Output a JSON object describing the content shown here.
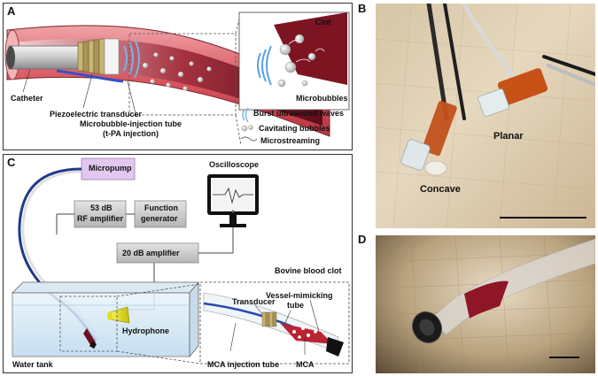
{
  "panels": {
    "a": "A",
    "b": "B",
    "c": "C",
    "d": "D"
  },
  "panel_a": {
    "catheter": "Catheter",
    "piezo": "Piezoelectric transducer",
    "tube_line1": "Microbubble-injection tube",
    "tube_line2": "(t-PA injection)",
    "clot": "Clot",
    "microbubbles": "Microbubbles",
    "legend": {
      "burst": "Burst ultrasound waves",
      "cavitating": "Cavitating bubbles",
      "microstreaming": "Microstreaming"
    }
  },
  "panel_b": {
    "planar": "Planar",
    "concave": "Concave"
  },
  "panel_c": {
    "micropump": "Micropump",
    "rf_line1": "53 dB",
    "rf_line2": "RF amplifier",
    "fg_line1": "Function",
    "fg_line2": "generator",
    "oscilloscope": "Oscilloscope",
    "amp20": "20 dB amplifier",
    "hydrophone": "Hydrophone",
    "water_tank": "Water tank",
    "bovine": "Bovine blood clot",
    "transducer": "Transducer",
    "vessel_line1": "Vessel-mimicking",
    "vessel_line2": "tube",
    "mca_tube": "MCA injection tube",
    "mca": "MCA"
  },
  "colors": {
    "vessel": "#c9474f",
    "clot": "#6e0f1c",
    "micropump": "#e2c7f0",
    "box_gray": "#c8c8c8",
    "hydrophone": "#e2dd1a"
  }
}
